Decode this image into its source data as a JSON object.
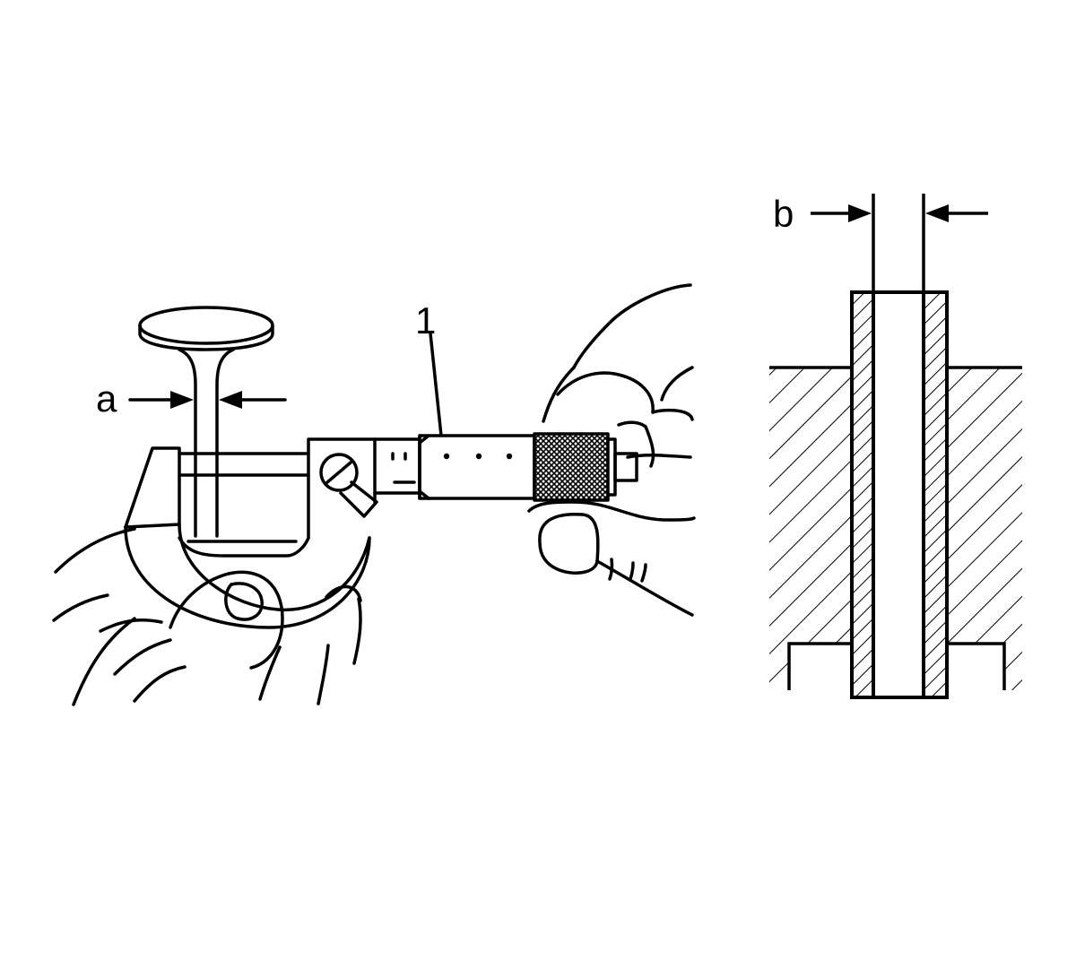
{
  "labels": {
    "a": "a",
    "b": "b",
    "callout_1": "1"
  },
  "colors": {
    "ink": "#000000",
    "paper": "#ffffff"
  },
  "icons": {
    "valve": "valve-icon",
    "micrometer": "micrometer-icon",
    "hand": "hand-icon",
    "guide": "valve-guide-icon"
  }
}
